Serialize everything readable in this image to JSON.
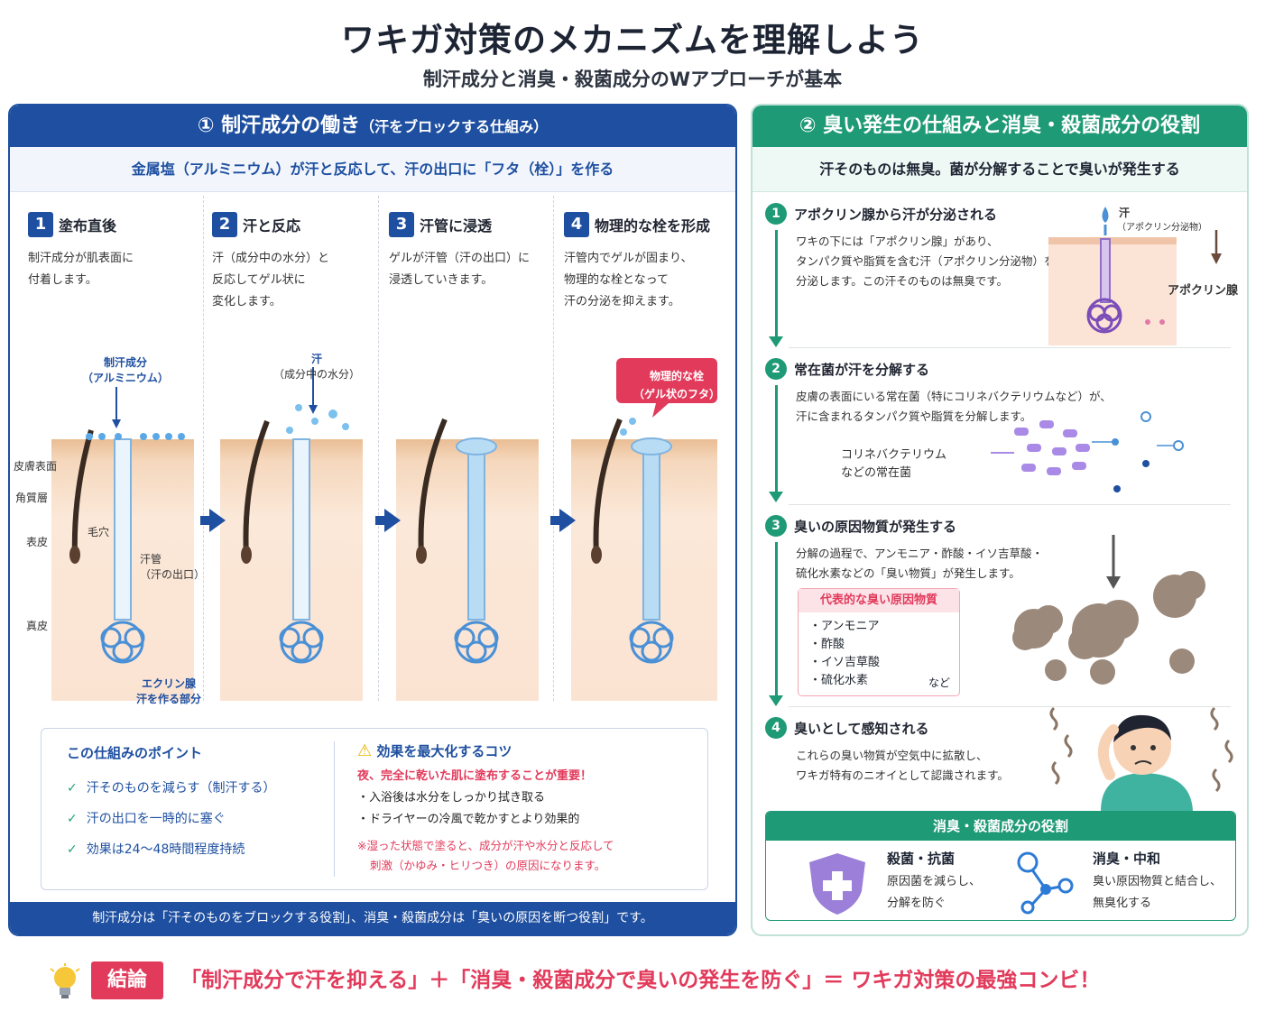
{
  "header": {
    "title": "ワキガ対策のメカニズムを理解しよう",
    "subtitle": "制汗成分と消臭・殺菌成分のWアプローチが基本"
  },
  "left": {
    "title": "① 制汗成分の働き",
    "title_note": "（汗をブロックする仕組み）",
    "subtitle": "金属塩（アルミニウム）が汗と反応して、汗の出口に「フタ（栓）」を作る",
    "steps": [
      {
        "num": "1",
        "title": "塗布直後",
        "desc": [
          "制汗成分が肌表面に",
          "付着します。"
        ]
      },
      {
        "num": "2",
        "title": "汗と反応",
        "desc": [
          "汗（成分中の水分）と",
          "反応してゲル状に",
          "変化します。"
        ]
      },
      {
        "num": "3",
        "title": "汗管に浸透",
        "desc": [
          "ゲルが汗管（汗の出口）に",
          "浸透していきます。"
        ]
      },
      {
        "num": "4",
        "title": "物理的な栓を形成",
        "desc": [
          "汗管内でゲルが固まり、",
          "物理的な栓となって",
          "汗の分泌を抑えます。"
        ]
      }
    ],
    "labels": {
      "agent": [
        "制汗成分",
        "（アルミニウム）"
      ],
      "sweat": [
        "汗",
        "（成分中の水分）"
      ],
      "plug": [
        "物理的な栓",
        "（ゲル状のフタ）"
      ],
      "skin_surface": "皮膚表面",
      "stratum": "角質層",
      "epidermis": "表皮",
      "dermis": "真皮",
      "pore": "毛穴",
      "duct": [
        "汗管",
        "（汗の出口）"
      ],
      "gland": [
        "エクリン腺",
        "汗を作る部分"
      ]
    },
    "points": {
      "heading": "この仕組みのポイント",
      "items": [
        "汗そのものを減らす（制汗する）",
        "汗の出口を一時的に塞ぐ",
        "効果は24〜48時間程度持続"
      ]
    },
    "tips": {
      "heading": "効果を最大化するコツ",
      "lead": "夜、完全に乾いた肌に塗布することが重要！",
      "items": [
        "・入浴後は水分をしっかり拭き取る",
        "・ドライヤーの冷風で乾かすとより効果的"
      ],
      "note": [
        "※湿った状態で塗ると、成分が汗や水分と反応して",
        "刺激（かゆみ・ヒリつき）の原因になります。"
      ]
    },
    "footer": "制汗成分は「汗そのものをブロックする役割」、消臭・殺菌成分は「臭いの原因を断つ役割」です。"
  },
  "right": {
    "title": "② 臭い発生の仕組みと消臭・殺菌成分の役割",
    "subtitle": "汗そのものは無臭。菌が分解することで臭いが発生する",
    "steps": [
      {
        "num": "1",
        "title": "アポクリン腺から汗が分泌される",
        "desc": [
          "ワキの下には「アポクリン腺」があり、",
          "タンパク質や脂質を含む汗（アポクリン分泌物）を",
          "分泌します。この汗そのものは無臭です。"
        ]
      },
      {
        "num": "2",
        "title": "常在菌が汗を分解する",
        "desc": [
          "皮膚の表面にいる常在菌（特にコリネバクテリウムなど）が、",
          "汗に含まれるタンパク質や脂質を分解します。"
        ]
      },
      {
        "num": "3",
        "title": "臭いの原因物質が発生する",
        "desc": [
          "分解の過程で、アンモニア・酢酸・イソ吉草酸・",
          "硫化水素などの「臭い物質」が発生します。"
        ]
      },
      {
        "num": "4",
        "title": "臭いとして感知される",
        "desc": [
          "これらの臭い物質が空気中に拡散し、",
          "ワキガ特有のニオイとして認識されます。"
        ]
      }
    ],
    "apocrine_labels": {
      "sweat": "汗",
      "sweat_note": "（アポクリン分泌物）",
      "gland": "アポクリン腺"
    },
    "bacteria_label": [
      "コリネバクテリウム",
      "などの常在菌"
    ],
    "causes": {
      "heading": "代表的な臭い原因物質",
      "items": [
        "・アンモニア",
        "・酢酸",
        "・イソ吉草酸",
        "・硫化水素"
      ],
      "etc": "など"
    },
    "roles": {
      "heading": "消臭・殺菌成分の役割",
      "items": [
        {
          "title": "殺菌・抗菌",
          "desc": [
            "原因菌を減らし、",
            "分解を防ぐ"
          ]
        },
        {
          "title": "消臭・中和",
          "desc": [
            "臭い原因物質と結合し、",
            "無臭化する"
          ]
        }
      ]
    }
  },
  "conclusion": {
    "badge": "結論",
    "text": "「制汗成分で汗を抑える」＋「消臭・殺菌成分で臭いの発生を防ぐ」＝ ワキガ対策の最強コンビ！"
  },
  "colors": {
    "blue": "#1e4fa0",
    "green": "#1f9a76",
    "pink": "#e23a5b",
    "skin": "#fbe6d6",
    "skin_top": "#e8b98f"
  }
}
